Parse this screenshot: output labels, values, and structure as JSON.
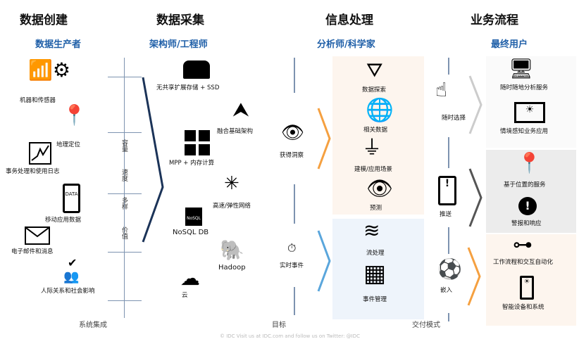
{
  "columns": [
    {
      "title": "数据创建",
      "subtitle": "数据生产者"
    },
    {
      "title": "数据采集",
      "subtitle": "架构师/工程师"
    },
    {
      "title": "信息处理",
      "subtitle": "分析师/科学家"
    },
    {
      "title": "业务流程",
      "subtitle": "最终用户"
    }
  ],
  "creation": [
    "机器和传感器",
    "地理定位",
    "事务处理和使用日志",
    "移动应用数据",
    "电子邮件和消息",
    "人际关系和社会影响"
  ],
  "vs": [
    "容量",
    "速度",
    "多样",
    "价值"
  ],
  "collection": [
    "无共享扩展存储 + SSD",
    "融合基础架构",
    "MPP + 内存计算",
    "高速/弹性网络",
    "NoSQL DB",
    "Hadoop",
    "云"
  ],
  "goals": [
    "获得洞察",
    "实时事件"
  ],
  "processing": [
    "数据探索",
    "相关数据",
    "建模/应用场景",
    "预测",
    "流处理",
    "事件管理"
  ],
  "delivery": [
    "随时选择",
    "推送",
    "嵌入"
  ],
  "business": [
    "随时随地分析服务",
    "情境感知业务应用",
    "基于位置的服务",
    "警报和响应",
    "工作流程和交互自动化",
    "智能设备和系统"
  ],
  "footer": {
    "left": "系统集成",
    "mid": "目标",
    "right": "交付模式",
    "credit": "© IDC  Visit us at IDC.com and follow us on Twitter: @IDC"
  },
  "icon_text": {
    "data": "DATA",
    "nosql": "NoSQL"
  },
  "colors": {
    "accent_blue": "#1f5fa8",
    "orange": "#f5a040",
    "light_blue": "#5aa6dc",
    "navy": "#1b3358"
  }
}
